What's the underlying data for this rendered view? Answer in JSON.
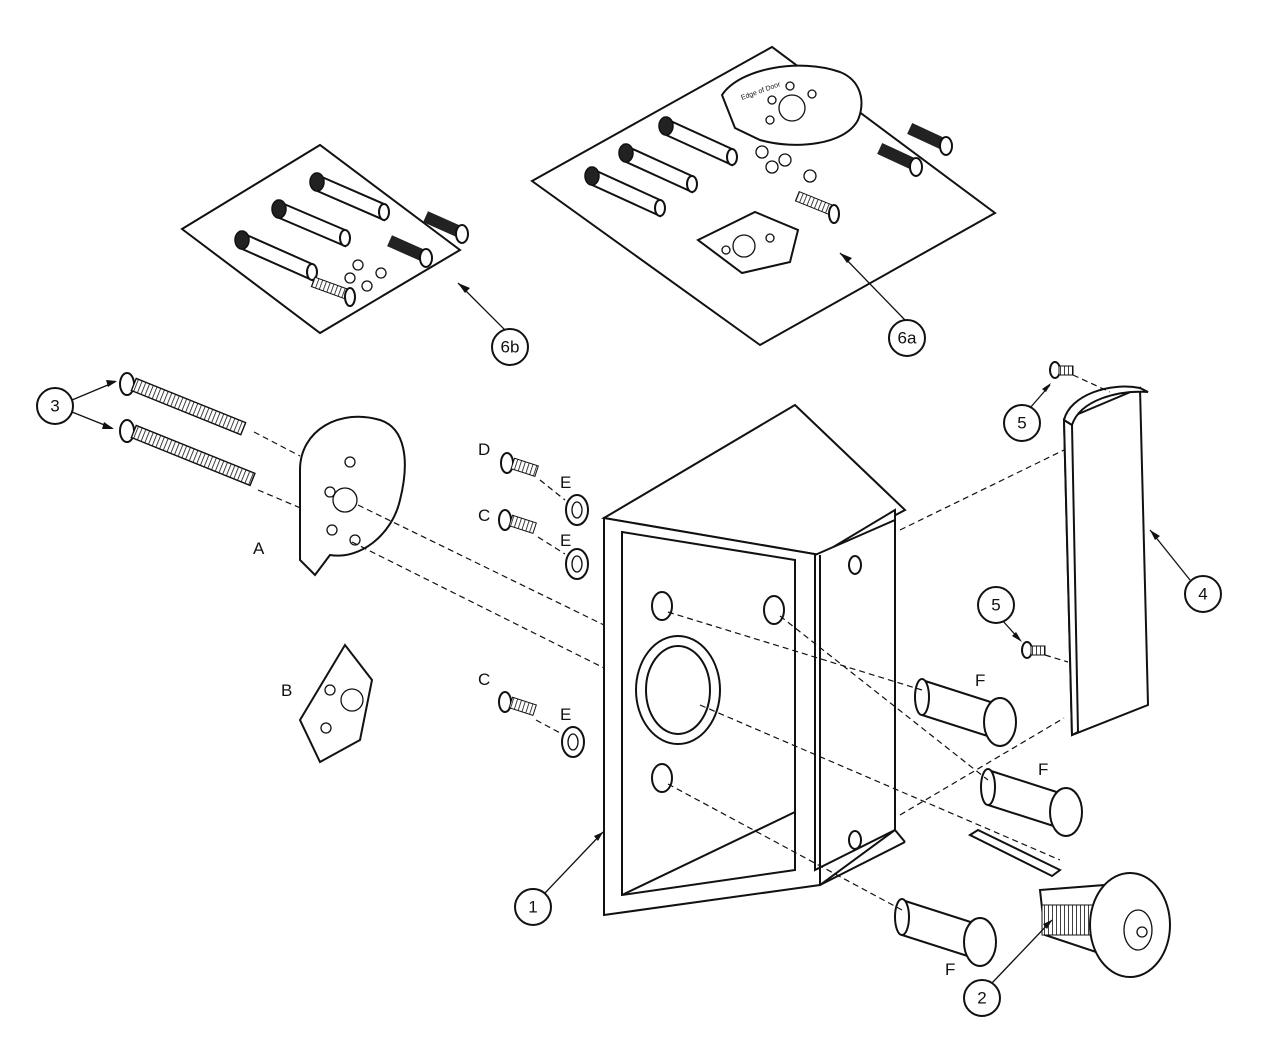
{
  "callouts": {
    "c1": "1",
    "c2": "2",
    "c3": "3",
    "c4": "4",
    "c5a": "5",
    "c5b": "5",
    "c6a": "6a",
    "c6b": "6b"
  },
  "letters": {
    "A": "A",
    "B": "B",
    "C1": "C",
    "C2": "C",
    "D": "D",
    "E1": "E",
    "E2": "E",
    "E3": "E",
    "F1": "F",
    "F2": "F",
    "F3": "F"
  },
  "template_text": "Edge of Door"
}
